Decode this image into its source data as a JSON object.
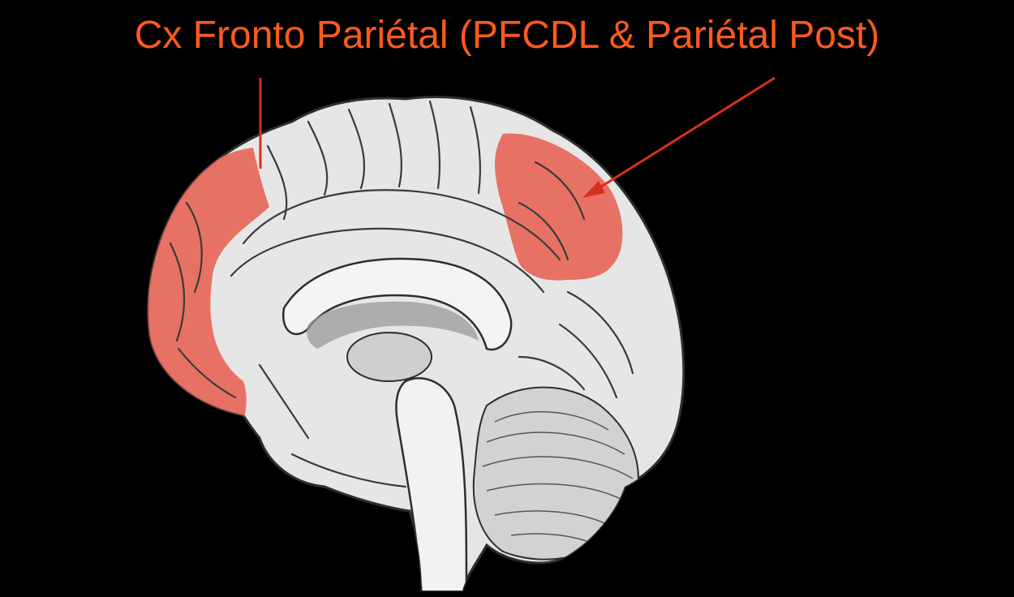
{
  "title": "Cx Fronto Pariétal (PFCDL & Pariétal Post)",
  "colors": {
    "background": "#000000",
    "title": "#ff5a1f",
    "highlight": "#e8675a",
    "arrow": "#d9301c",
    "brain_fill": "#e6e6e6",
    "brain_line": "#3a3a3a"
  },
  "regions": [
    {
      "name": "prefrontal-dorsolateral-cortex"
    },
    {
      "name": "posterior-parietal-cortex"
    }
  ]
}
